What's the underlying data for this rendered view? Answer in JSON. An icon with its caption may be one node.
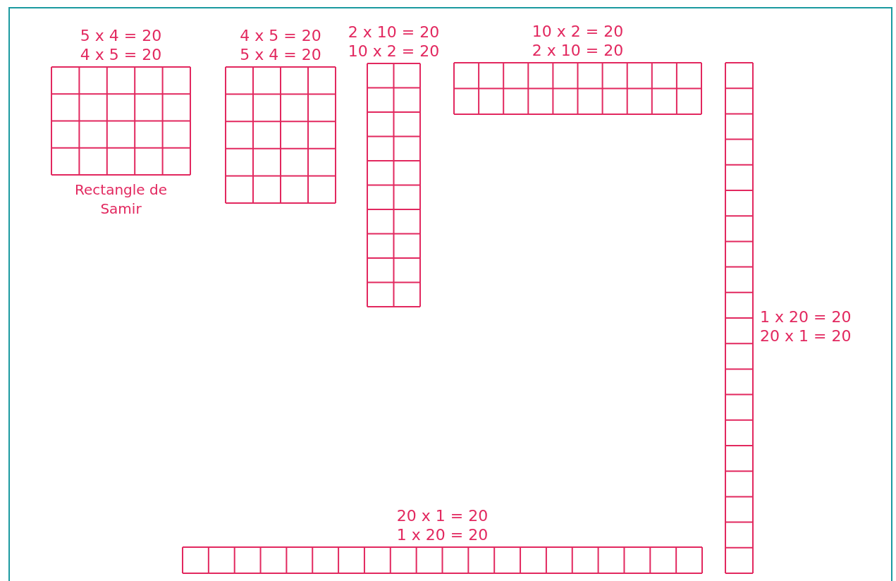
{
  "diagram": {
    "nodes": [
      {
        "text": [
          "5 x 4 = 20",
          "4 x 5 = 20"
        ],
        "beside": [
          "Rectangle de Samir"
        ]
      },
      {
        "text": [
          "4 x 5 = 20",
          "5 x 4 = 20"
        ]
      },
      {
        "text": [
          "2 x 10 = 20",
          "10 x 2 = 20"
        ]
      },
      {
        "text": [
          "10 x 2 = 20",
          "2 x 10 = 20"
        ]
      },
      {
        "text": [
          "1 x 20 = 20",
          "20 x 1 = 20"
        ]
      },
      {
        "text": [
          "20 x 1 = 20",
          "1 x 20 = 20"
        ]
      }
    ],
    "edges": []
  }
}
